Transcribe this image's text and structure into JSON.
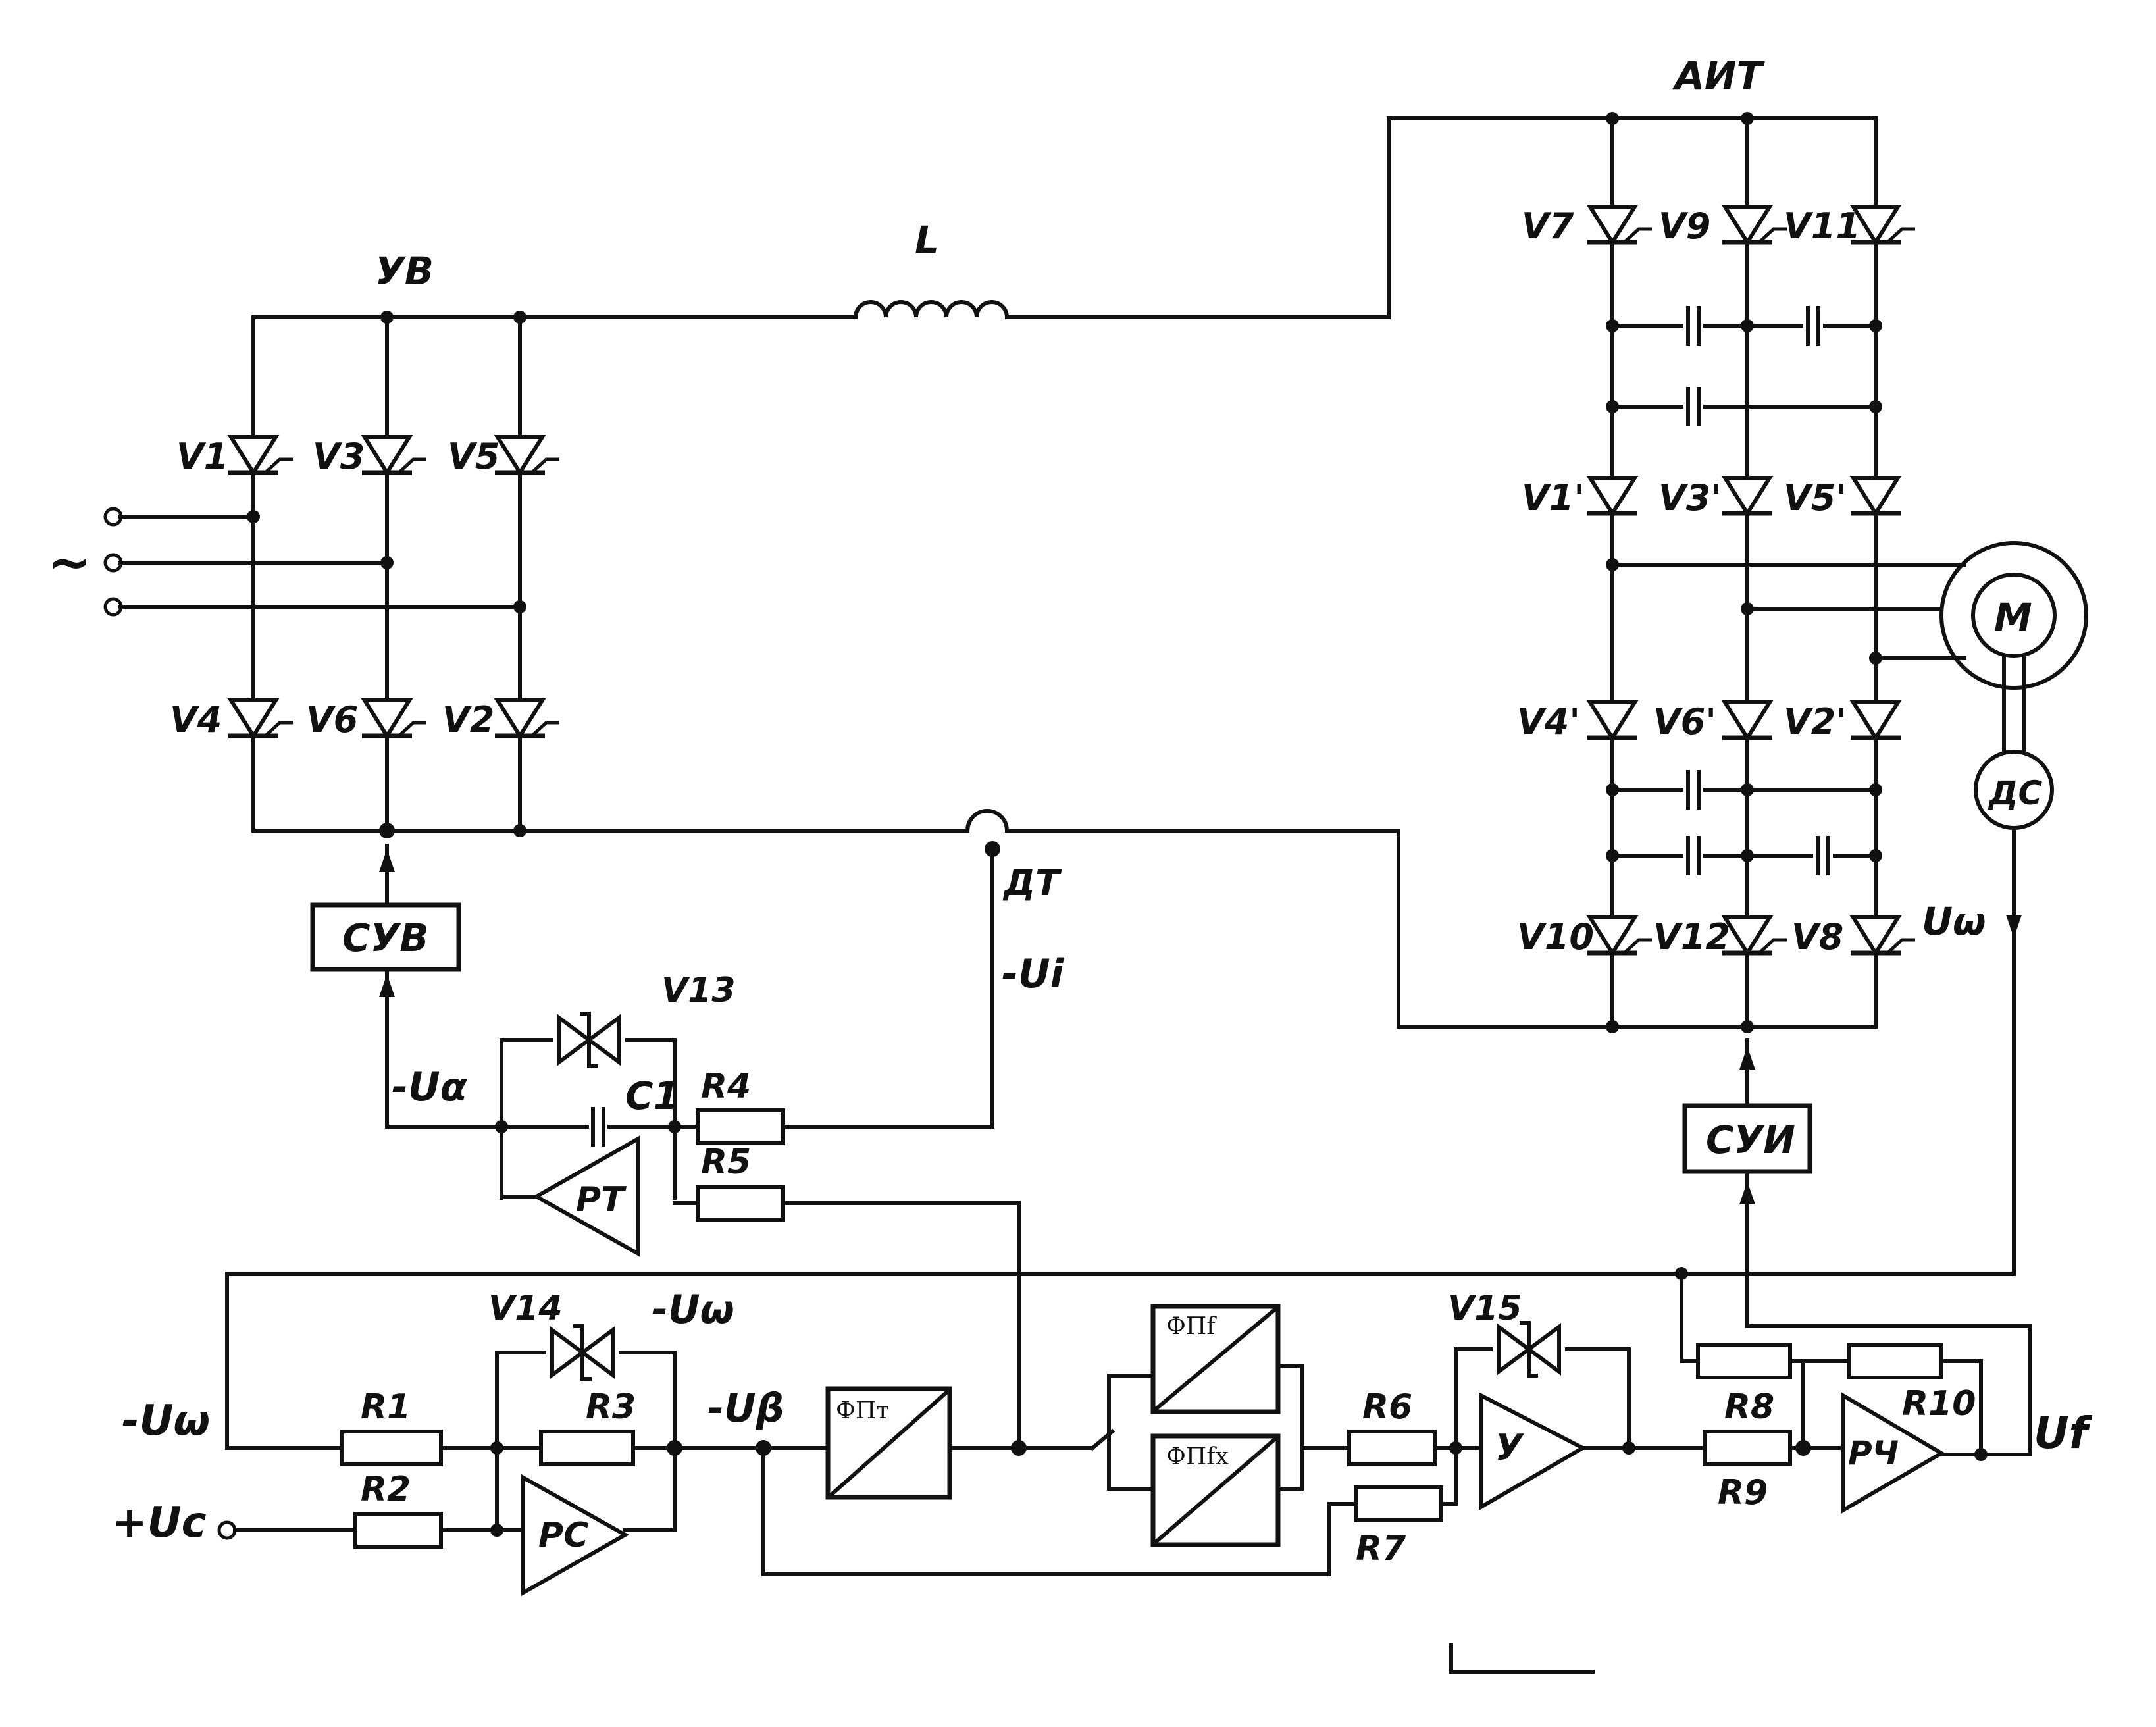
{
  "labels": {
    "uv": "УВ",
    "ait": "АИТ",
    "inductor": "L",
    "ac_source": "~",
    "dt": "ДТ",
    "motor": "М",
    "tacho": "ДС",
    "u_omega_right": "Uω",
    "u_i": "-Ui",
    "u_alpha": "-Uα",
    "u_omega_top": "-Uω",
    "u_omega_left": "-Uω",
    "u_c": "+Uс",
    "u_beta": "-Uβ",
    "u_f": "Uf"
  },
  "thyristors": {
    "v1": "V1",
    "v3": "V3",
    "v5": "V5",
    "v4": "V4",
    "v6": "V6",
    "v2": "V2",
    "v7": "V7",
    "v9": "V9",
    "v11": "V11",
    "v1p": "V1'",
    "v3p": "V3'",
    "v5p": "V5'",
    "v4p": "V4'",
    "v6p": "V6'",
    "v2p": "V2'",
    "v10": "V10",
    "v12": "V12",
    "v8": "V8"
  },
  "zeners": {
    "v13": "V13",
    "v14": "V14",
    "v15": "V15"
  },
  "blocks": {
    "suv": "СУВ",
    "sui": "СУИ",
    "pt": "РТ",
    "pc": "РС",
    "y": "У",
    "pch": "РЧ",
    "fpt": "ФПт",
    "fpf": "ФПf",
    "fpfx": "ФПfx"
  },
  "resistors": {
    "r1": "R1",
    "r2": "R2",
    "r3": "R3",
    "r4": "R4",
    "r5": "R5",
    "r6": "R6",
    "r7": "R7",
    "r8": "R8",
    "r9": "R9",
    "r10": "R10"
  },
  "capacitors": {
    "c1": "C1"
  }
}
